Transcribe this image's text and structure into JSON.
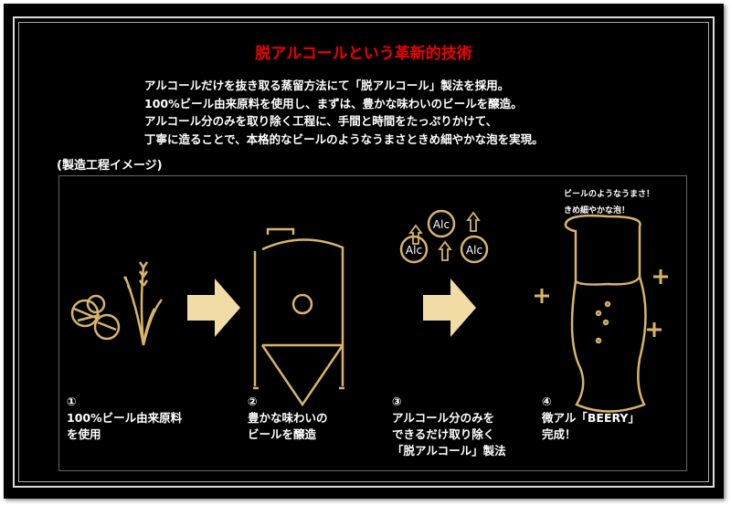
{
  "title": "脱アルコールという革新的技術",
  "intro": [
    "アルコールだけを抜き取る蒸留方法にて「脱アルコール」製法を採用。",
    "100%ビール由来原料を使用し、まずは、豊かな味わいのビールを醸造。",
    "アルコール分のみを取り除く工程に、手間と時間をたっぷりかけて、",
    "丁寧に造ることで、本格的なビールのようなうまさときめ細やかな泡を実現。"
  ],
  "process_label": "(製造工程イメージ)",
  "steps": [
    {
      "num": "①",
      "lines": [
        "100%ビール由来原料",
        "を使用"
      ]
    },
    {
      "num": "②",
      "lines": [
        "豊かな味わいの",
        "ビールを醸造"
      ]
    },
    {
      "num": "③",
      "lines": [
        "アルコール分のみを",
        "できるだけ取り除く",
        "「脱アルコール」製法"
      ]
    },
    {
      "num": "④",
      "lines": [
        "微アル「BEERY」",
        "完成！"
      ]
    }
  ],
  "beer_note": [
    "ビールのようなうまさ！",
    "きめ細やかな泡！"
  ],
  "alc_label": "Alc",
  "colors": {
    "gold": "#d8b46a",
    "arrow": "#f2dca6",
    "title": "#e00000"
  }
}
